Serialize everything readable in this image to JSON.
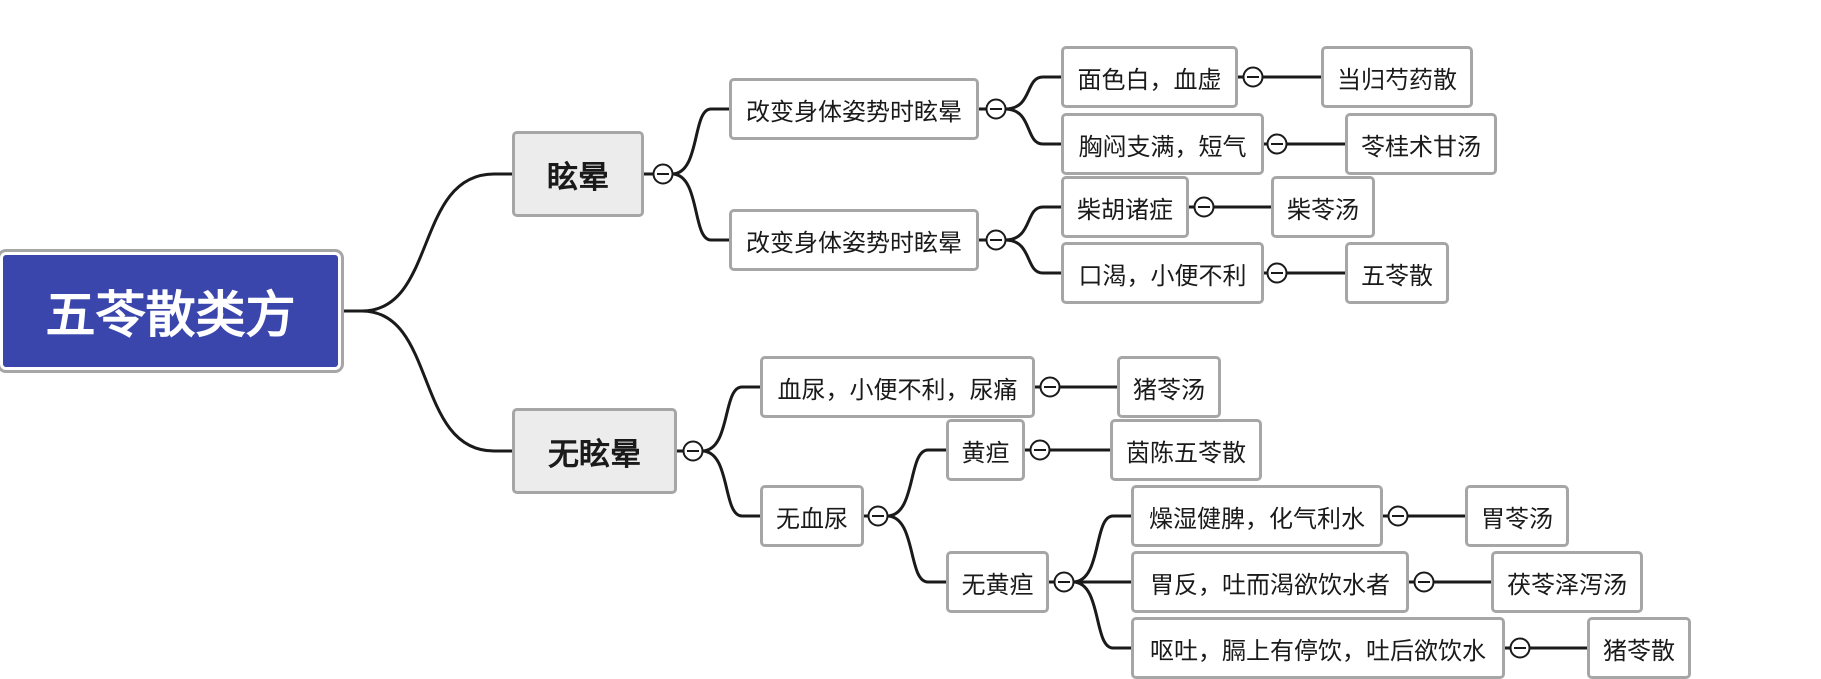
{
  "root": {
    "label": "五苓散类方"
  },
  "branches": [
    {
      "label": "眩晕",
      "children": [
        {
          "label": "改变身体姿势时眩晕",
          "children": [
            {
              "label": "面色白，血虚",
              "result": "当归芍药散"
            },
            {
              "label": "胸闷支满，短气",
              "result": "苓桂术甘汤"
            }
          ]
        },
        {
          "label": "改变身体姿势时眩晕",
          "children": [
            {
              "label": "柴胡诸症",
              "result": "柴苓汤"
            },
            {
              "label": "口渴，小便不利",
              "result": "五苓散"
            }
          ]
        }
      ]
    },
    {
      "label": "无眩晕",
      "children": [
        {
          "label": "血尿，小便不利，尿痛",
          "result": "猪苓汤"
        },
        {
          "label": "无血尿",
          "children": [
            {
              "label": "黄疸",
              "result": "茵陈五苓散"
            },
            {
              "label": "无黄疸",
              "children": [
                {
                  "label": "燥湿健脾，化气利水",
                  "result": "胃苓汤"
                },
                {
                  "label": "胃反，吐而渴欲饮水者",
                  "result": "茯苓泽泻汤"
                },
                {
                  "label": "呕吐，膈上有停饮，吐后欲饮水",
                  "result": "猪苓散"
                }
              ]
            }
          ]
        }
      ]
    }
  ],
  "colors": {
    "root_fill": "#3b46ad",
    "node_border": "#a6a6a6",
    "main_fill": "#ececec",
    "link": "#1a1a1a"
  }
}
